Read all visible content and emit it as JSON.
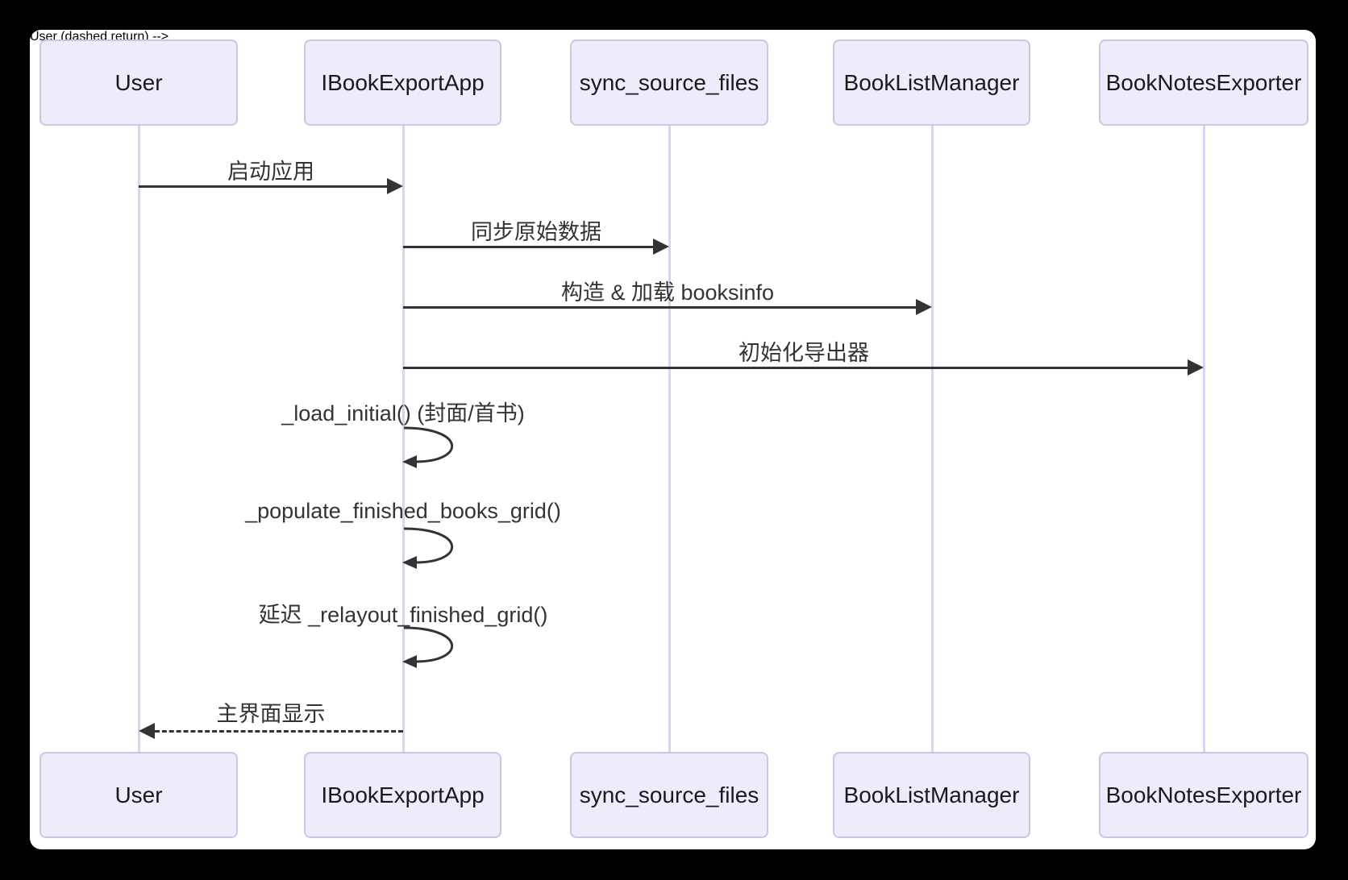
{
  "diagram": {
    "kind": "sequence-diagram",
    "colors": {
      "page_background": "#000000",
      "canvas_background": "#ffffff",
      "actor_fill": "#ececfb",
      "actor_border": "#c9c5e6",
      "lifeline": "#d9d3ef",
      "line_and_text": "#333333"
    },
    "actors": [
      {
        "id": "user",
        "label": "User"
      },
      {
        "id": "app",
        "label": "IBookExportApp"
      },
      {
        "id": "sync",
        "label": "sync_source_files"
      },
      {
        "id": "blm",
        "label": "BookListManager"
      },
      {
        "id": "bne",
        "label": "BookNotesExporter"
      }
    ],
    "messages": [
      {
        "from": "User",
        "to": "IBookExportApp",
        "label": "启动应用",
        "style": "solid"
      },
      {
        "from": "IBookExportApp",
        "to": "sync_source_files",
        "label": "同步原始数据",
        "style": "solid"
      },
      {
        "from": "IBookExportApp",
        "to": "BookListManager",
        "label": "构造 & 加载 booksinfo",
        "style": "solid"
      },
      {
        "from": "IBookExportApp",
        "to": "BookNotesExporter",
        "label": "初始化导出器",
        "style": "solid"
      },
      {
        "from": "IBookExportApp",
        "to": "IBookExportApp",
        "label": "_load_initial() (封面/首书)",
        "style": "self"
      },
      {
        "from": "IBookExportApp",
        "to": "IBookExportApp",
        "label": "_populate_finished_books_grid()",
        "style": "self"
      },
      {
        "from": "IBookExportApp",
        "to": "IBookExportApp",
        "label": "延迟 _relayout_finished_grid()",
        "style": "self"
      },
      {
        "from": "IBookExportApp",
        "to": "User",
        "label": "主界面显示",
        "style": "dashed"
      }
    ]
  }
}
